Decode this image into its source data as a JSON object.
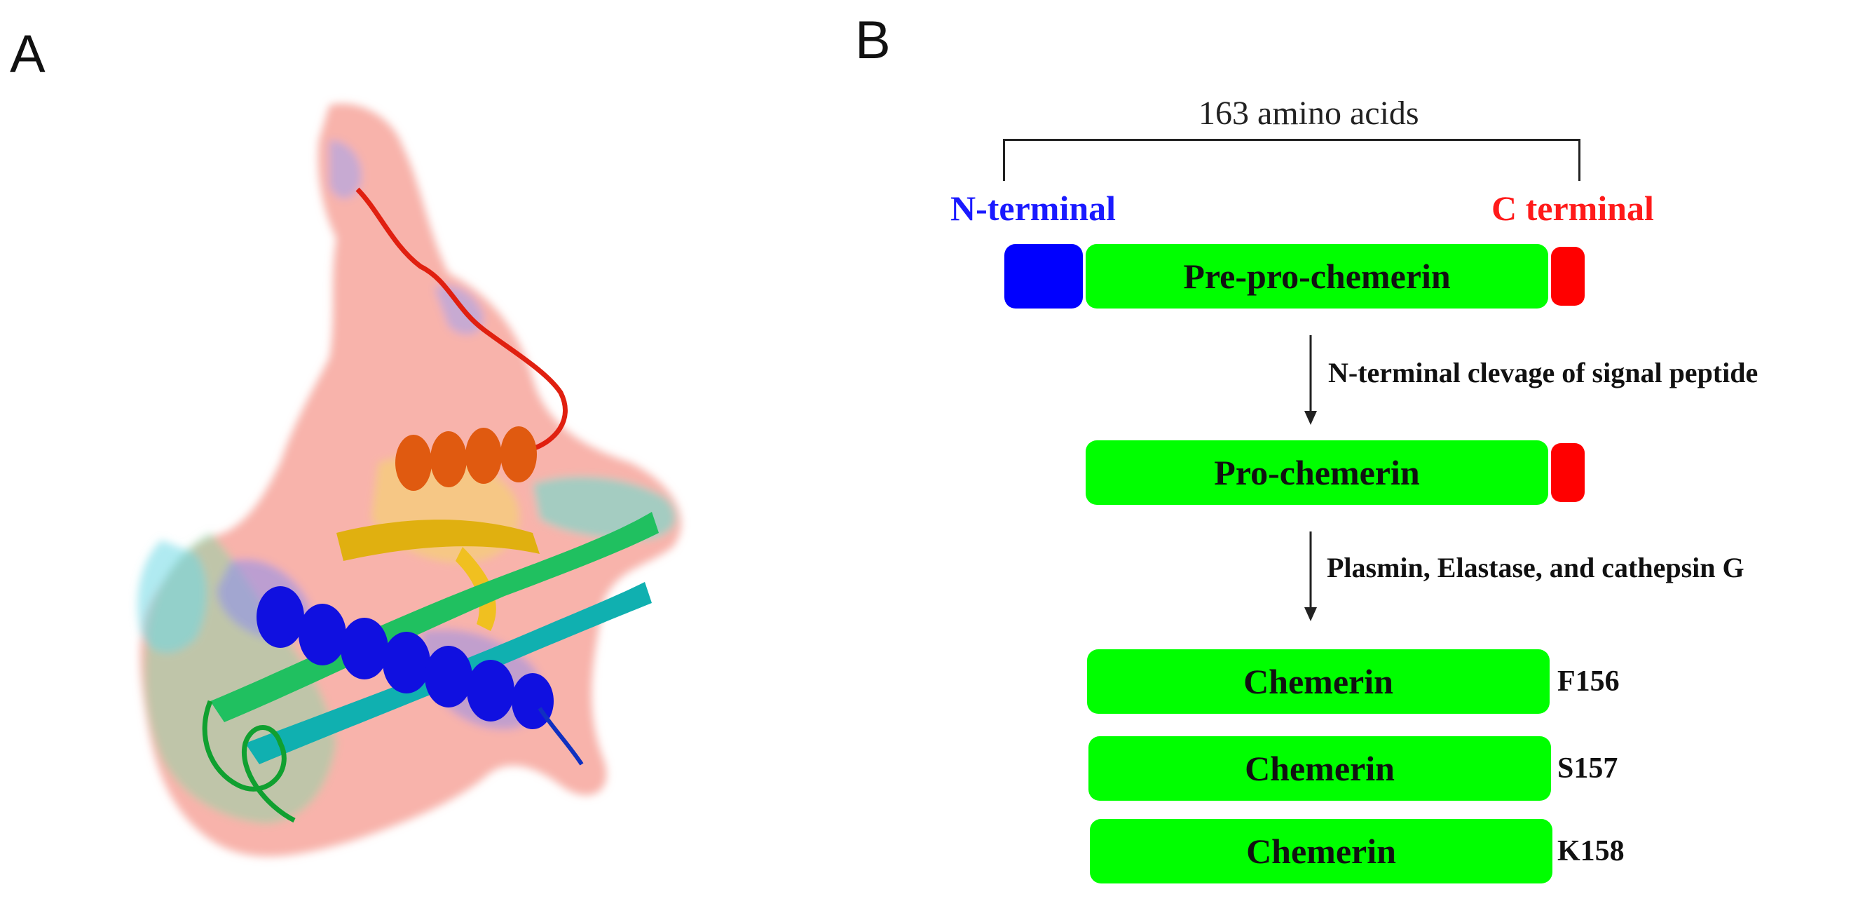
{
  "panel_a": {
    "letter": "A"
  },
  "panel_b": {
    "letter": "B",
    "length_label": "163 amino acids",
    "n_terminal_label": "N-terminal",
    "c_terminal_label": "C terminal",
    "forms": [
      {
        "name": "Pre-pro-chemerin"
      },
      {
        "name": "Pro-chemerin"
      },
      {
        "name": "Chemerin",
        "site": "F156"
      },
      {
        "name": "Chemerin",
        "site": "S157"
      },
      {
        "name": "Chemerin",
        "site": "K158"
      }
    ],
    "steps": [
      {
        "label": "N-terminal clevage of signal peptide"
      },
      {
        "label": "Plasmin, Elastase, and cathepsin G"
      }
    ]
  },
  "colors": {
    "signal_peptide": "#0000ff",
    "chemerin_body": "#00ff00",
    "c_terminal": "#ff0000",
    "n_terminal_text": "#1a1aff",
    "c_terminal_text": "#ff1a1a"
  }
}
